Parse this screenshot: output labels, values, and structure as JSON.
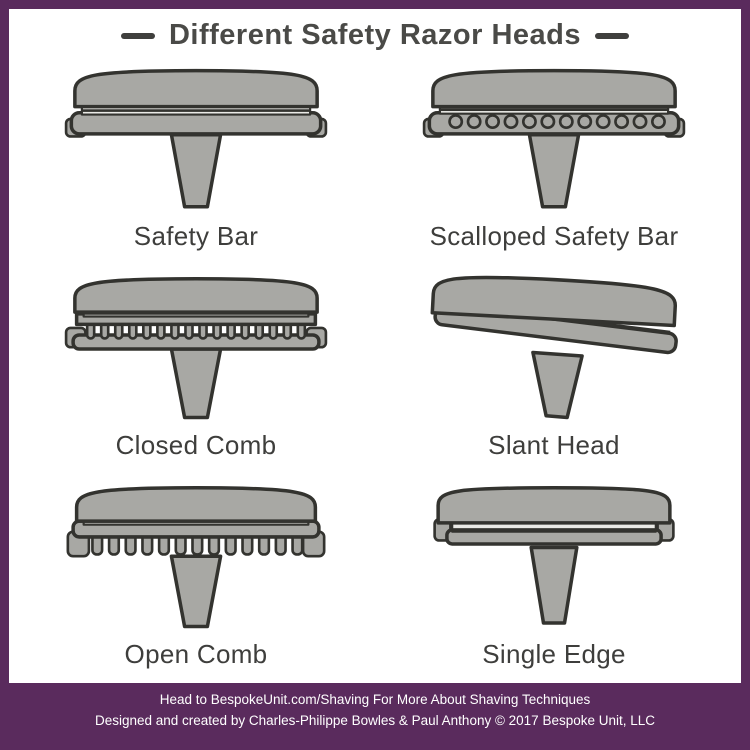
{
  "title": "Different Safety Razor Heads",
  "items": [
    {
      "label": "Safety Bar",
      "icon": "safety-bar-razor-icon"
    },
    {
      "label": "Scalloped Safety Bar",
      "icon": "scalloped-safety-bar-razor-icon"
    },
    {
      "label": "Closed Comb",
      "icon": "closed-comb-razor-icon"
    },
    {
      "label": "Slant Head",
      "icon": "slant-head-razor-icon"
    },
    {
      "label": "Open Comb",
      "icon": "open-comb-razor-icon"
    },
    {
      "label": "Single Edge",
      "icon": "single-edge-razor-icon"
    }
  ],
  "footer": {
    "line1": "Head to BespokeUnit.com/Shaving For More About Shaving Techniques",
    "line2": "Designed and created by Charles-Philippe Bowles & Paul Anthony © 2017 Bespoke Unit, LLC"
  },
  "colors": {
    "accent_purple": "#5a2b5d",
    "razor_fill": "#a8a8a4",
    "razor_outline": "#33332f",
    "text": "#3e3e3c",
    "background": "#ffffff"
  }
}
